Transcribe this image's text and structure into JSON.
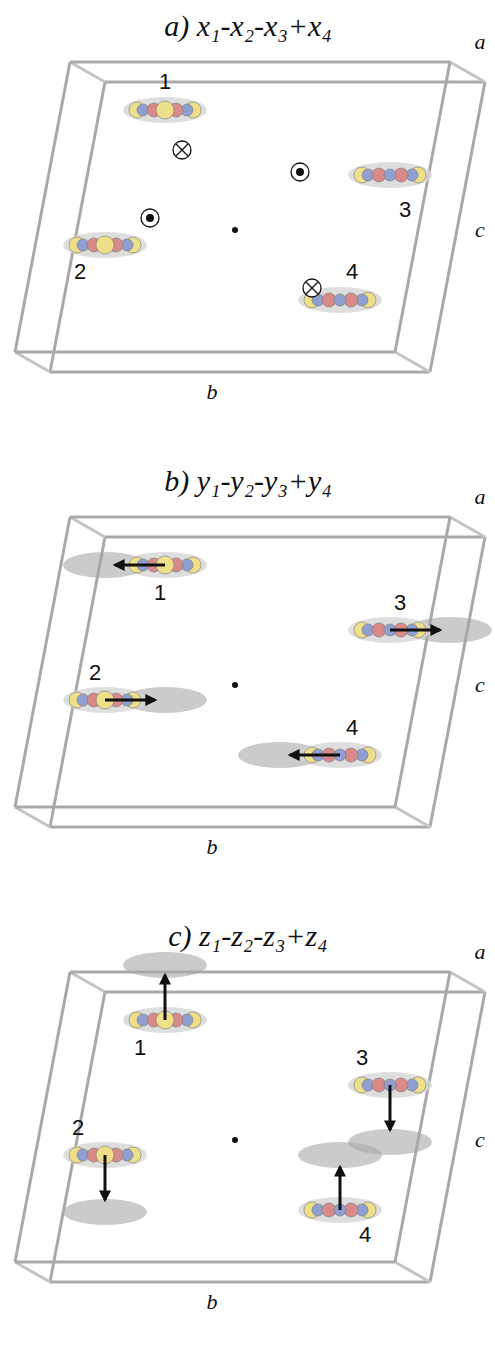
{
  "diagram": {
    "labels": [
      "a) x₁-x₂-x₃+x₄",
      "1",
      "2",
      "3",
      "4",
      "a",
      "b",
      "c",
      "b) y₁-y₂-y₃+y₄",
      "1",
      "2",
      "3",
      "4",
      "a",
      "b",
      "c",
      "c) z₁-z₂-z₃+z₄",
      "1",
      "2",
      "3",
      "4",
      "a",
      "b",
      "c"
    ]
  }
}
